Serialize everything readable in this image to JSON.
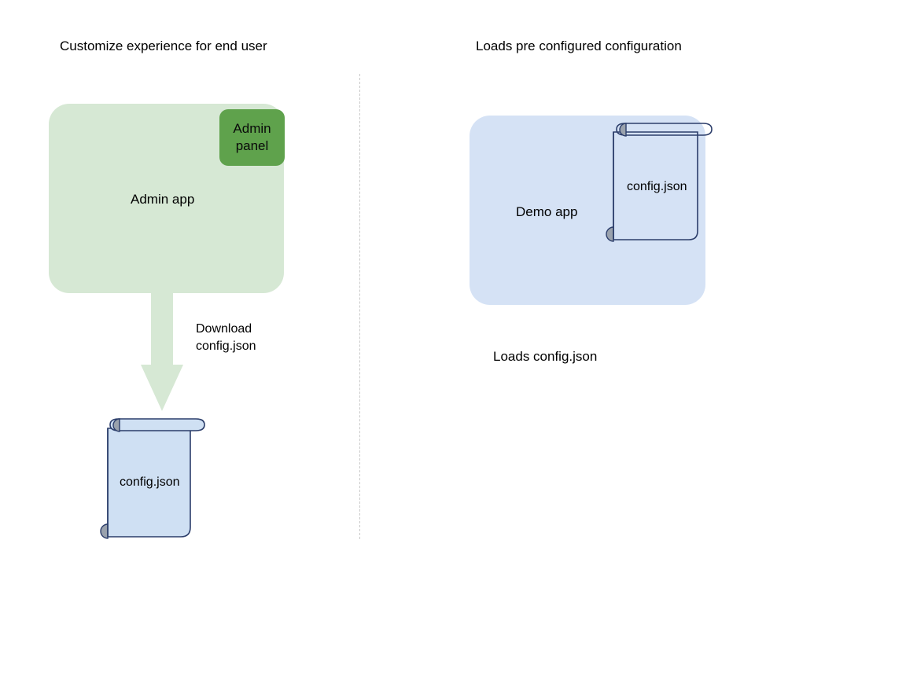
{
  "diagram": {
    "title_left": "Customize experience for end user",
    "title_right": "Loads pre configured configuration",
    "colors": {
      "panel_green": "#d6e8d4",
      "badge_green": "#5fa24c",
      "panel_blue": "#d5e2f5",
      "scroll_fill": "#cfe0f3",
      "scroll_stroke": "#2c3e6b",
      "scroll_curl": "#9aa2ad",
      "arrow_green": "#d6e8d4",
      "divider_gray": "#c9c9c9",
      "text": "#000000"
    }
  },
  "left_flow": {
    "heading": "Customize experience for end user",
    "app_box_label": "Admin app",
    "badge_label_line1": "Admin",
    "badge_label_line2": "panel",
    "arrow_label_line1": "Download",
    "arrow_label_line2": "config.json",
    "document_label": "config.json"
  },
  "right_flow": {
    "heading": "Loads pre configured configuration",
    "app_box_label": "Demo app",
    "document_label": "config.json",
    "caption": "Loads config.json"
  },
  "icons": {
    "scroll": "scroll-document-icon",
    "arrow": "down-arrow-icon",
    "divider": "vertical-dashed-divider"
  }
}
